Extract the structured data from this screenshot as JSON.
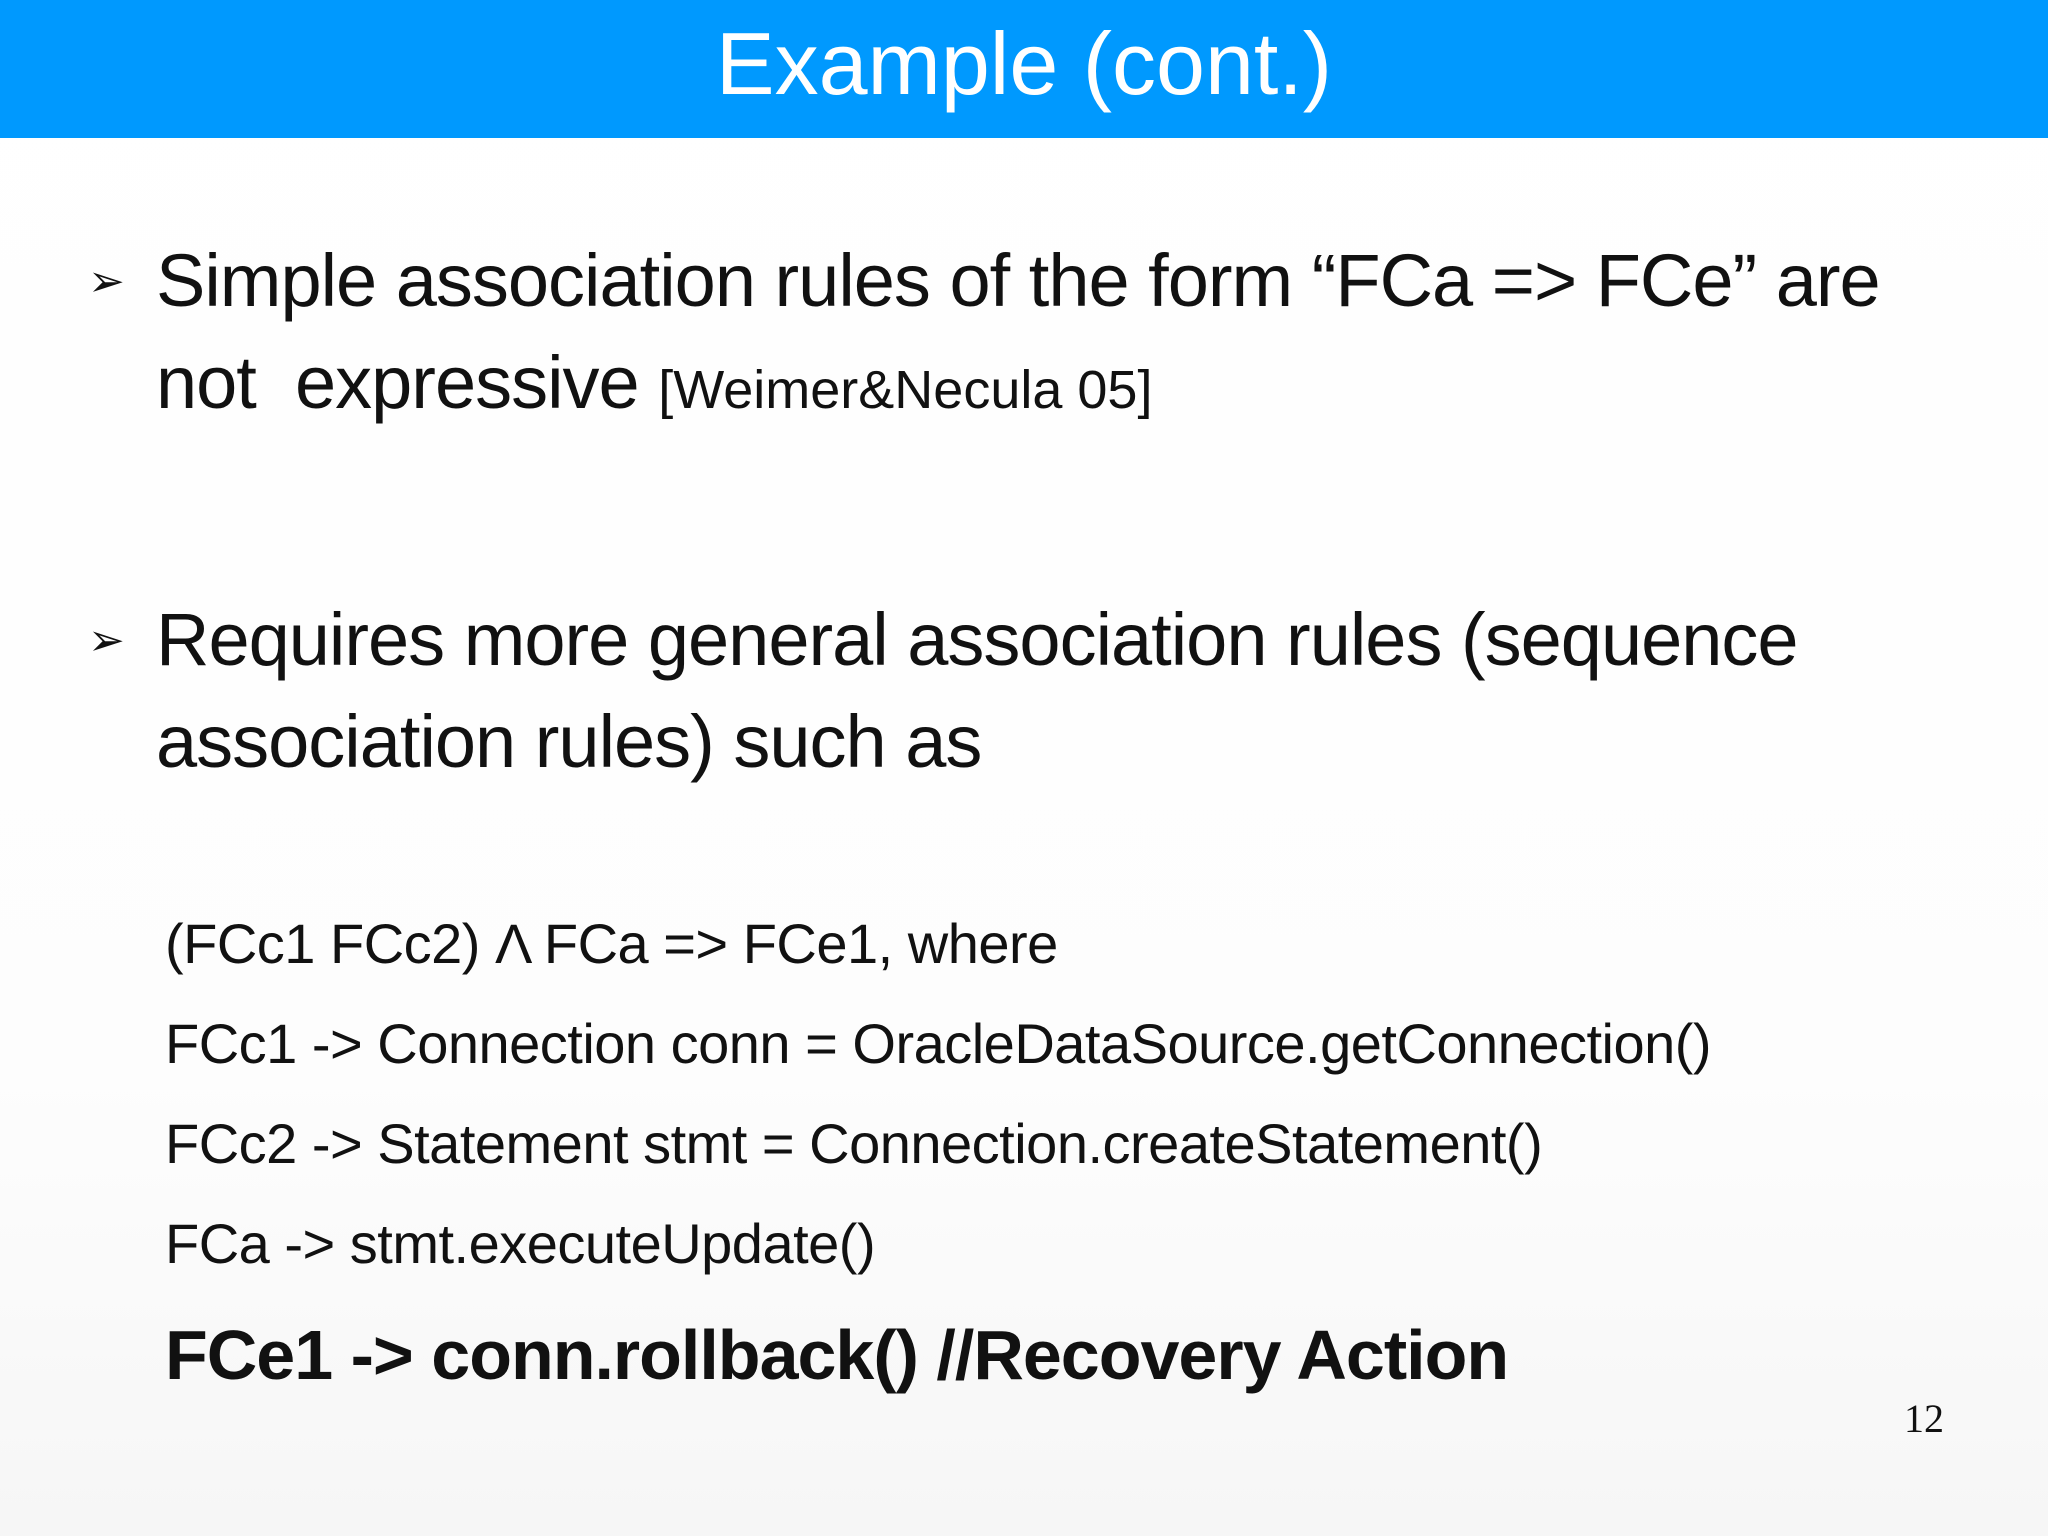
{
  "header": {
    "title": "Example (cont.)",
    "bg_color": "#0099fe",
    "text_color": "#ffffff"
  },
  "bullets": [
    {
      "marker": "➢",
      "line1": "Simple association rules of the form “FCa => FCe” are",
      "line2_main": "not  expressive ",
      "line2_citation": "[Weimer&Necula 05]"
    },
    {
      "marker": "➢",
      "line1": "Requires more general association rules (sequence",
      "line2": "association rules) such as"
    }
  ],
  "rules": {
    "lines": [
      "(FCc1 FCc2) Λ FCa => FCe1, where",
      "FCc1 -> Connection conn = OracleDataSource.getConnection()",
      "FCc2 -> Statement stmt = Connection.createStatement()",
      "FCa -> stmt.executeUpdate()"
    ],
    "recovery_line": "FCe1 -> conn.rollback() //Recovery Action"
  },
  "footer": {
    "page_number": "12"
  }
}
